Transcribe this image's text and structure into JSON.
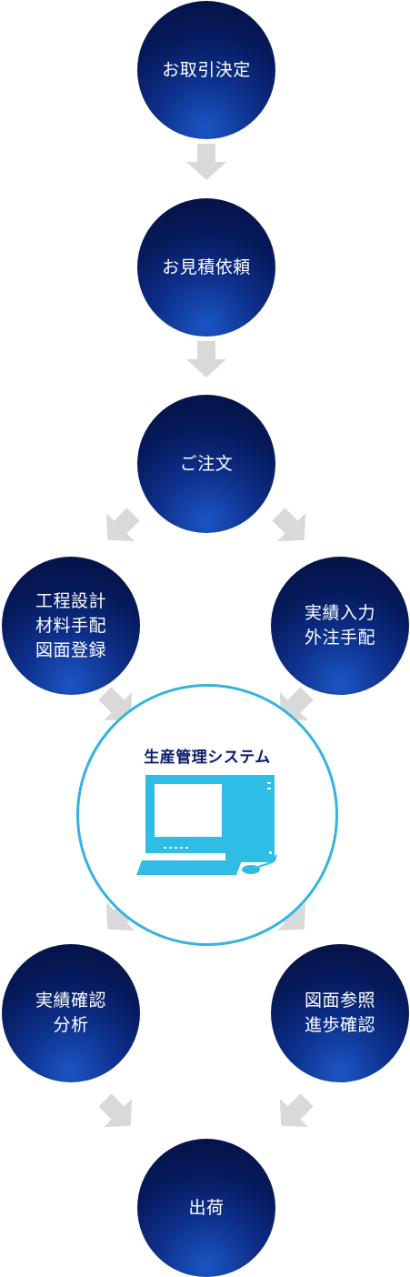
{
  "nodes": {
    "deal": {
      "lines": [
        "お取引決定"
      ]
    },
    "estimate": {
      "lines": [
        "お見積依頼"
      ]
    },
    "order": {
      "lines": [
        "ご注文"
      ]
    },
    "design": {
      "lines": [
        "工程設計",
        "材料手配",
        "図面登録"
      ]
    },
    "results_input": {
      "lines": [
        "実績入力",
        "外注手配"
      ]
    },
    "analysis": {
      "lines": [
        "実績確認",
        "分析"
      ]
    },
    "drawing_ref": {
      "lines": [
        "図面参照",
        "進歩確認"
      ]
    },
    "ship": {
      "lines": [
        "出荷"
      ]
    }
  },
  "system": {
    "title": "生産管理システム",
    "icon": "desktop-computer-icon"
  },
  "colors": {
    "node_dark": "#040f3d",
    "node_light": "#1b56c4",
    "ring": "#35b3df",
    "computer": "#2fbde6",
    "arrow": "#d9d9d9",
    "system_title": "#0b1e6e"
  }
}
